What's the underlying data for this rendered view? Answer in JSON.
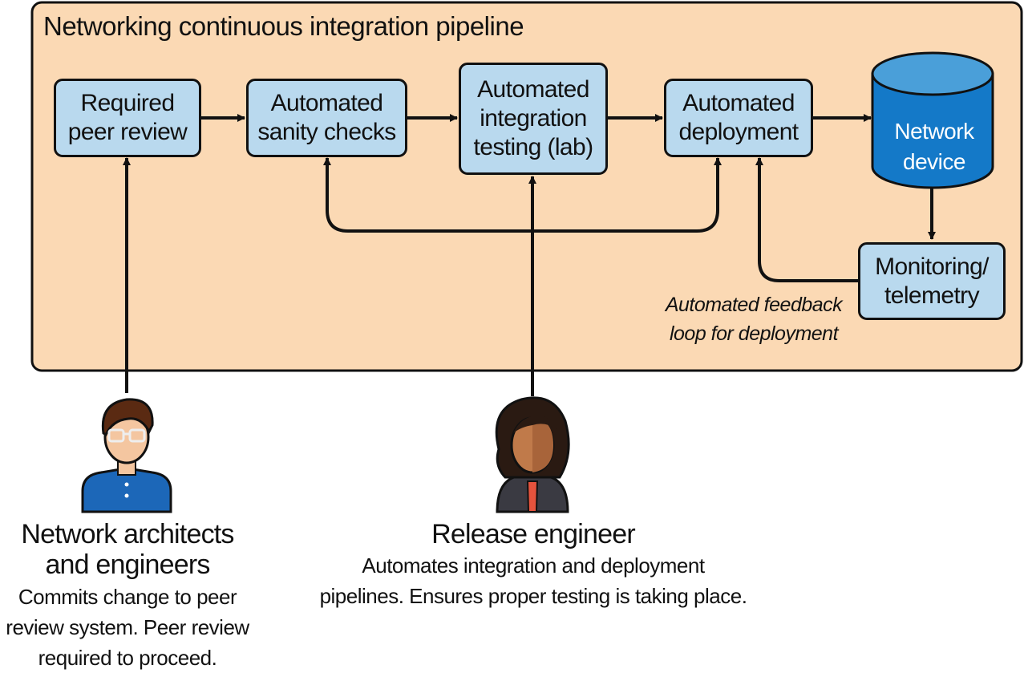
{
  "title": "Networking continuous integration pipeline",
  "colors": {
    "panel": "#fbd9b4",
    "box": "#b9d9ee",
    "device": "#1479c8",
    "device_top": "#4a9fd9"
  },
  "stages": {
    "peer_review": "Required\npeer review",
    "sanity_checks": "Automated\nsanity checks",
    "integration_testing": "Automated\nintegration\ntesting (lab)",
    "deployment": "Automated\ndeployment",
    "network_device": "Network\ndevice",
    "monitoring": "Monitoring/\ntelemetry"
  },
  "feedback_label": "Automated feedback\nloop for deployment",
  "people": {
    "architects": {
      "name": "Network architects\nand engineers",
      "description": "Commits change to peer\nreview system. Peer review\nrequired to proceed.",
      "icon": "engineer-avatar-icon"
    },
    "release": {
      "name": "Release engineer",
      "description": "Automates integration and deployment\npipelines. Ensures proper testing is taking place.",
      "icon": "release-engineer-avatar-icon"
    }
  }
}
